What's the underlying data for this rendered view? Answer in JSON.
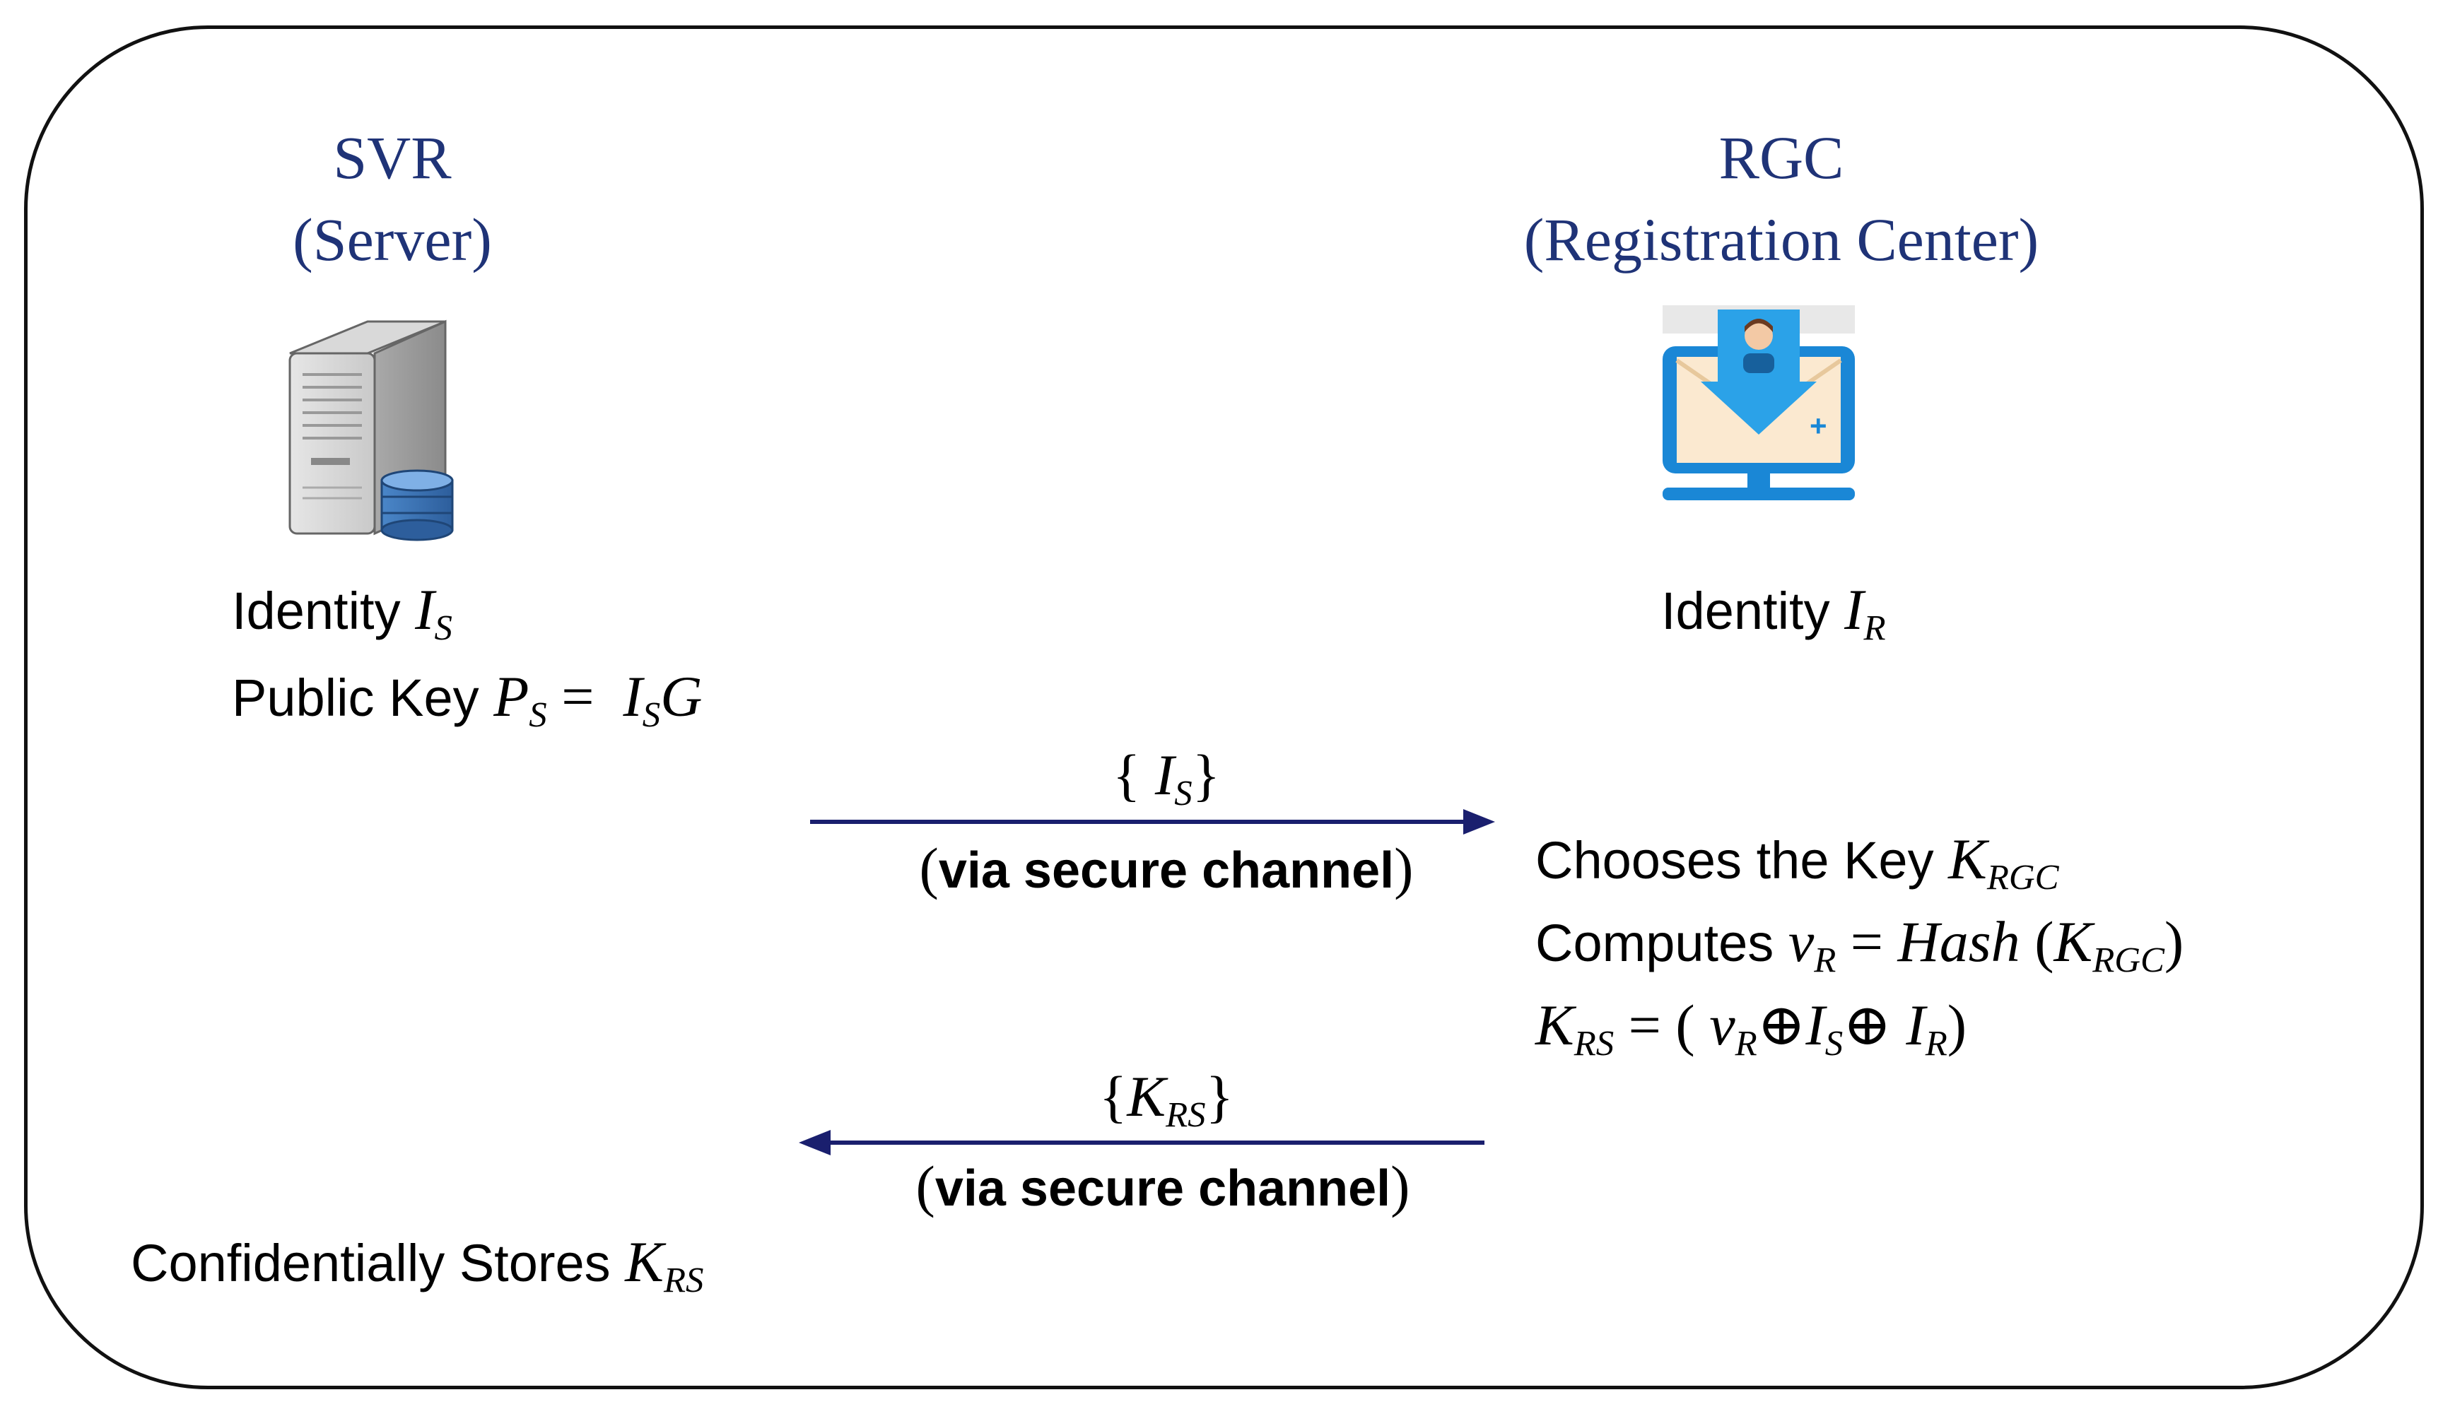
{
  "server": {
    "abbr": "SVR",
    "name": "(Server)",
    "identity_label": "Identity",
    "identity_symbol": "I",
    "identity_sub": "S",
    "pubkey_label": "Public Key",
    "pubkey_symbol": "P",
    "pubkey_sub": "S",
    "pubkey_eq": "=",
    "pubkey_rhs_symbol": "I",
    "pubkey_rhs_sub": "S",
    "pubkey_rhs_tail": "G",
    "stores_label": "Confidentially Stores",
    "stores_symbol": "K",
    "stores_sub": "RS",
    "icon": "server-database-icon"
  },
  "rgc": {
    "abbr": "RGC",
    "name": "(Registration Center)",
    "identity_label": "Identity",
    "identity_symbol": "I",
    "identity_sub": "R",
    "icon": "user-registration-monitor-icon",
    "step1_label": "Chooses the Key",
    "step1_symbol": "K",
    "step1_sub": "RGC",
    "step2_label": "Computes",
    "step2_symbol": "v",
    "step2_sub": "R",
    "step2_eq": "=",
    "step2_fn": "Hash",
    "step2_open": "(",
    "step2_arg_symbol": "K",
    "step2_arg_sub": "RGC",
    "step2_close": ")",
    "step3_lhs_symbol": "K",
    "step3_lhs_sub": "RS",
    "step3_eq": "= (",
    "step3_a_symbol": "v",
    "step3_a_sub": "R",
    "step3_xor1": "⊕",
    "step3_b_symbol": "I",
    "step3_b_sub": "S",
    "step3_xor2": "⊕",
    "step3_c_symbol": "I",
    "step3_c_sub": "R",
    "step3_close": ")"
  },
  "messages": {
    "msg1_open": "{",
    "msg1_symbol": "I",
    "msg1_sub": "S",
    "msg1_close": "}",
    "msg1_channel_open": "(",
    "msg1_channel": "via secure channel",
    "msg1_channel_close": ")",
    "msg2_open": "{",
    "msg2_symbol": "K",
    "msg2_sub": "RS",
    "msg2_close": "}",
    "msg2_channel_open": "(",
    "msg2_channel": "via secure channel",
    "msg2_channel_close": ")"
  },
  "colors": {
    "title": "#1f3377",
    "arrow": "#1a1f6e",
    "icon_blue": "#1a87d6"
  }
}
